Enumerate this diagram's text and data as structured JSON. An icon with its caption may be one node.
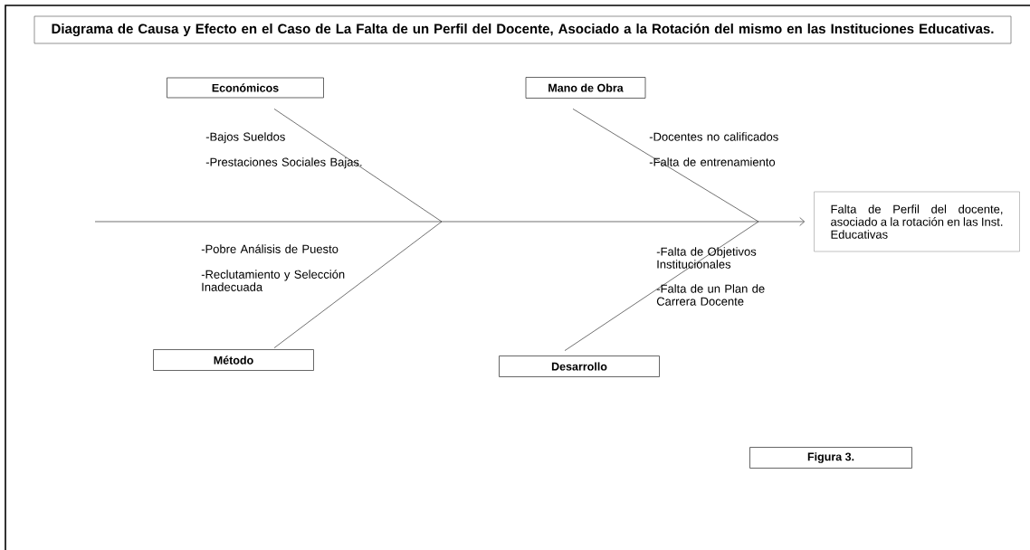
{
  "diagram": {
    "title": "Diagrama de Causa y Efecto en el Caso de La Falta de un Perfil del Docente, Asociado a la Rotación del mismo  en las Instituciones Educativas.",
    "caption": "Figura 3.",
    "nodes": [
      {
        "text": [
          "Económicos"
        ]
      },
      {
        "text": [
          "Mano de Obra"
        ]
      },
      {
        "text": [
          "Método"
        ]
      },
      {
        "text": [
          "Desarrollo"
        ]
      },
      {
        "text": [
          "Falta de Perfil del docente, asociado a la rotación en las Inst. Educativas"
        ]
      }
    ],
    "edges": [
      {
        "from": null,
        "to": 4,
        "arrow": "to"
      },
      {
        "from": 0,
        "to": null,
        "arrow": "none"
      },
      {
        "from": 1,
        "to": null,
        "arrow": "none"
      },
      {
        "from": 2,
        "to": null,
        "arrow": "none"
      },
      {
        "from": 3,
        "to": null,
        "arrow": "none"
      }
    ],
    "labels": [
      "-Bajos Sueldos",
      "-Prestaciones Sociales Bajas.",
      "-Docentes no calificados",
      "-Falta de entrenamiento",
      "-Pobre Análisis de Puesto",
      "-Reclutamiento y Selección Inadecuada",
      "-Falta de Objetivos Institucionales",
      "-Falta de un Plan de Carrera Docente"
    ]
  }
}
